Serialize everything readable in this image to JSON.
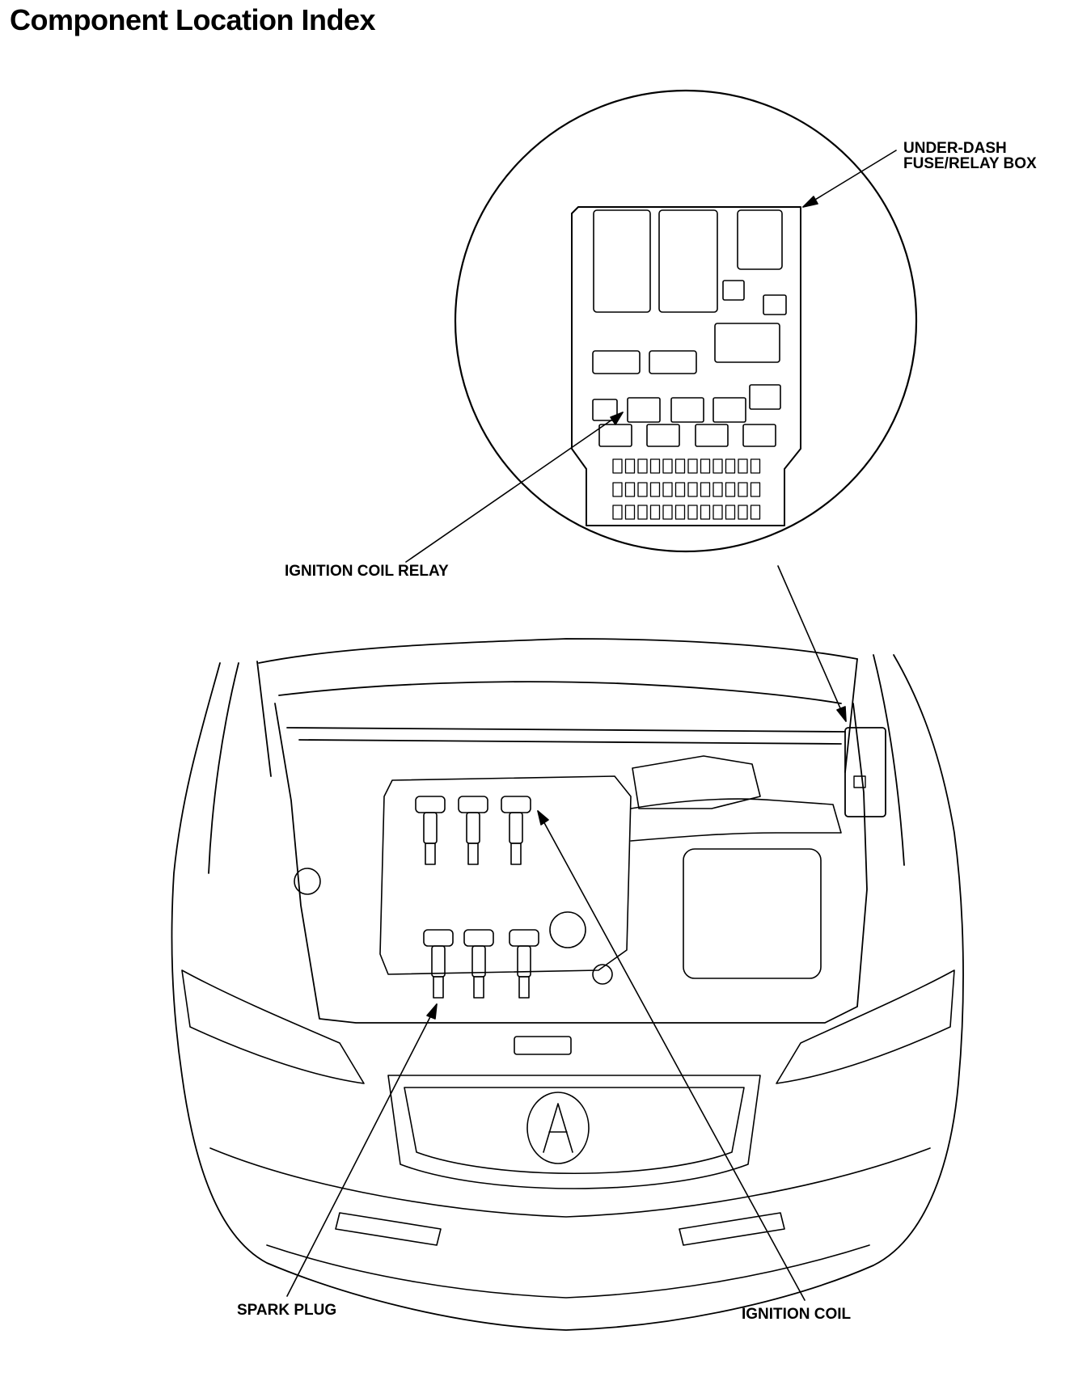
{
  "title": "Component Location Index",
  "labels": {
    "fuse_relay_box_line1": "UNDER-DASH",
    "fuse_relay_box_line2": "FUSE/RELAY BOX",
    "ignition_coil_relay": "IGNITION COIL RELAY",
    "spark_plug": "SPARK PLUG",
    "ignition_coil": "IGNITION COIL"
  },
  "colors": {
    "ink": "#000000",
    "paper": "#ffffff"
  }
}
